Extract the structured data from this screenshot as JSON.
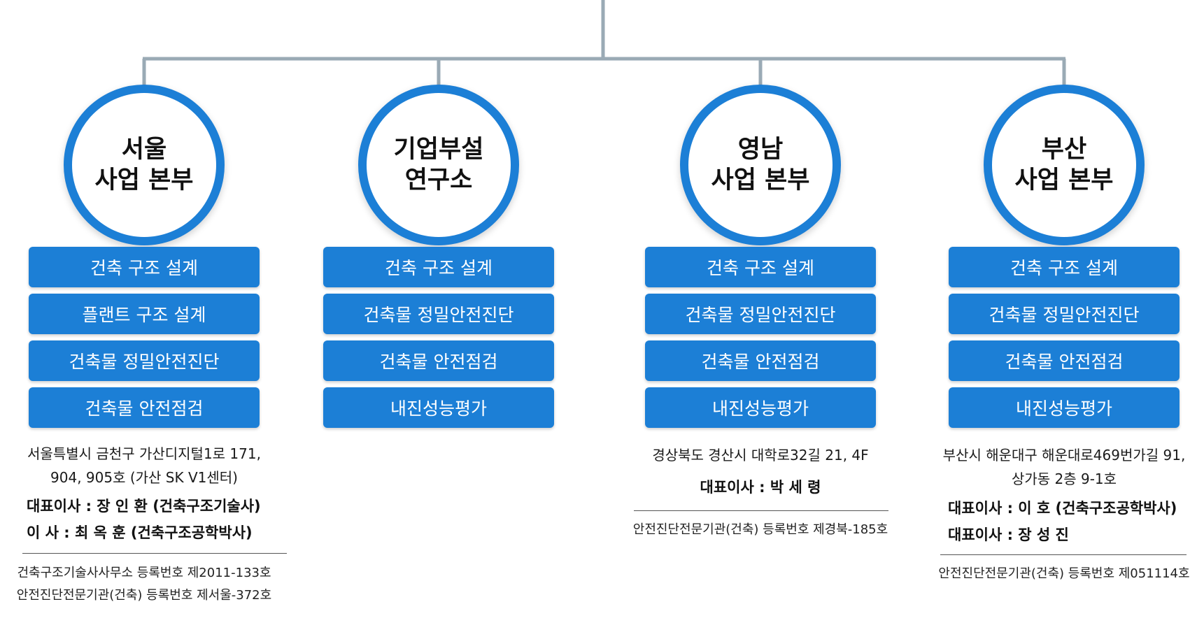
{
  "colors": {
    "accent": "#1c7fd6",
    "connector": "#9aaab5"
  },
  "divisions": [
    {
      "title": "서울\n사업 본부",
      "services": [
        "건축 구조 설계",
        "플랜트 구조 설계",
        "건축물 정밀안전진단",
        "건축물 안전점검"
      ],
      "address": "서울특별시 금천구 가산디지털1로 171,\n904, 905호 (가산 SK V1센터)",
      "reps": [
        "대표이사 : 장 인 환 (건축구조기술사)",
        "이      사 : 최 옥 훈 (건축구조공학박사)"
      ],
      "registrations": [
        "건축구조기술사사무소 등록번호 제2011-133호",
        "안전진단전문기관(건축) 등록번호 제서울-372호"
      ]
    },
    {
      "title": "기업부설\n연구소",
      "services": [
        "건축 구조 설계",
        "건축물 정밀안전진단",
        "건축물 안전점검",
        "내진성능평가"
      ],
      "address": "",
      "reps": [],
      "registrations": []
    },
    {
      "title": "영남\n사업 본부",
      "services": [
        "건축 구조 설계",
        "건축물 정밀안전진단",
        "건축물 안전점검",
        "내진성능평가"
      ],
      "address": "경상북도 경산시 대학로32길 21, 4F",
      "reps": [
        "대표이사 : 박 세 령"
      ],
      "registrations": [
        "안전진단전문기관(건축) 등록번호 제경북-185호"
      ]
    },
    {
      "title": "부산\n사업 본부",
      "services": [
        "건축 구조 설계",
        "건축물 정밀안전진단",
        "건축물 안전점검",
        "내진성능평가"
      ],
      "address": "부산시 해운대구 해운대로469번가길 91,\n상가동 2층 9-1호",
      "reps": [
        "대표이사 : 이 호 (건축구조공학박사)",
        "대표이사 : 장 성 진"
      ],
      "registrations": [
        "안전진단전문기관(건축) 등록번호 제051114호"
      ]
    }
  ]
}
